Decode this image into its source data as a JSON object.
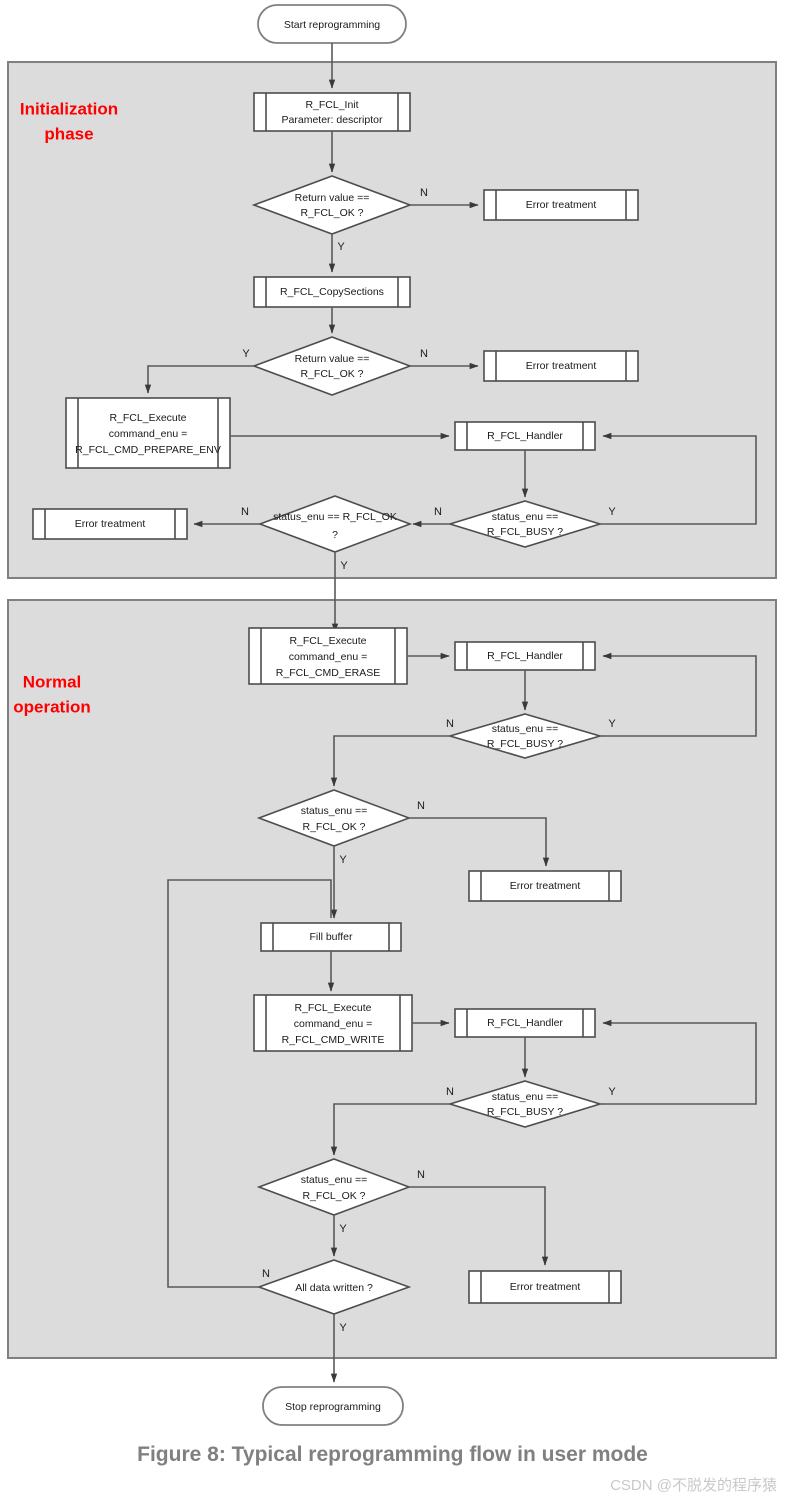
{
  "figure": {
    "caption": "Figure 8: Typical reprogramming flow in user mode",
    "watermark": "CSDN @不脱发的程序猿",
    "colors": {
      "phase_label": "#ff0000",
      "panel_fill": "#dcdcdc",
      "panel_stroke": "#808080",
      "shape_fill": "#ffffff",
      "shape_stroke": "#4d4d4d",
      "connector": "#5a5a5a",
      "caption": "#808080",
      "watermark": "#c9c9c9"
    }
  },
  "phases": [
    {
      "id": "initialization",
      "label_line1": "Initialization",
      "label_line2": "phase"
    },
    {
      "id": "normal_operation",
      "label_line1": "Normal",
      "label_line2": "operation"
    }
  ],
  "terminators": {
    "start": "Start reprogramming",
    "stop": "Stop reprogramming"
  },
  "nodes": {
    "init_fcl_init_l1": "R_FCL_Init",
    "init_fcl_init_l2": "Parameter: descriptor",
    "init_err1": "Error treatment",
    "init_copysections": "R_FCL_CopySections",
    "init_err2": "Error treatment",
    "init_exec_l1": "R_FCL_Execute",
    "init_exec_l2": "command_enu =",
    "init_exec_l3": "R_FCL_CMD_PREPARE_ENV",
    "init_handler": "R_FCL_Handler",
    "init_err3": "Error treatment",
    "norm_exec_erase_l1": "R_FCL_Execute",
    "norm_exec_erase_l2": "command_enu =",
    "norm_exec_erase_l3": "R_FCL_CMD_ERASE",
    "norm_handler_erase": "R_FCL_Handler",
    "norm_err_erase": "Error treatment",
    "norm_fill_buffer": "Fill buffer",
    "norm_exec_write_l1": "R_FCL_Execute",
    "norm_exec_write_l2": "command_enu =",
    "norm_exec_write_l3": "R_FCL_CMD_WRITE",
    "norm_handler_write": "R_FCL_Handler",
    "norm_err_write": "Error treatment"
  },
  "decisions": {
    "init_ret1_l1": "Return value ==",
    "init_ret1_l2": "R_FCL_OK ?",
    "init_ret2_l1": "Return value ==",
    "init_ret2_l2": "R_FCL_OK ?",
    "init_busy_l1": "status_enu ==",
    "init_busy_l2": "R_FCL_BUSY ?",
    "init_ok_l1": "status_enu == R_FCL_OK",
    "init_ok_l2": "?",
    "norm_busy_erase_l1": "status_enu ==",
    "norm_busy_erase_l2": "R_FCL_BUSY ?",
    "norm_ok_erase_l1": "status_enu ==",
    "norm_ok_erase_l2": "R_FCL_OK ?",
    "norm_busy_write_l1": "status_enu ==",
    "norm_busy_write_l2": "R_FCL_BUSY ?",
    "norm_ok_write_l1": "status_enu ==",
    "norm_ok_write_l2": "R_FCL_OK ?",
    "norm_all_written": "All data written ?"
  },
  "branch_labels": {
    "init_ret1_n": "N",
    "init_ret1_y": "Y",
    "init_ret2_n": "N",
    "init_ret2_y": "Y",
    "init_busy_n": "N",
    "init_busy_y": "Y",
    "init_ok_n": "N",
    "init_ok_y": "Y",
    "norm_busy_erase_n": "N",
    "norm_busy_erase_y": "Y",
    "norm_ok_erase_n": "N",
    "norm_ok_erase_y": "Y",
    "norm_busy_write_n": "N",
    "norm_busy_write_y": "Y",
    "norm_ok_write_n": "N",
    "norm_ok_write_y": "Y",
    "norm_all_written_n": "N",
    "norm_all_written_y": "Y"
  }
}
